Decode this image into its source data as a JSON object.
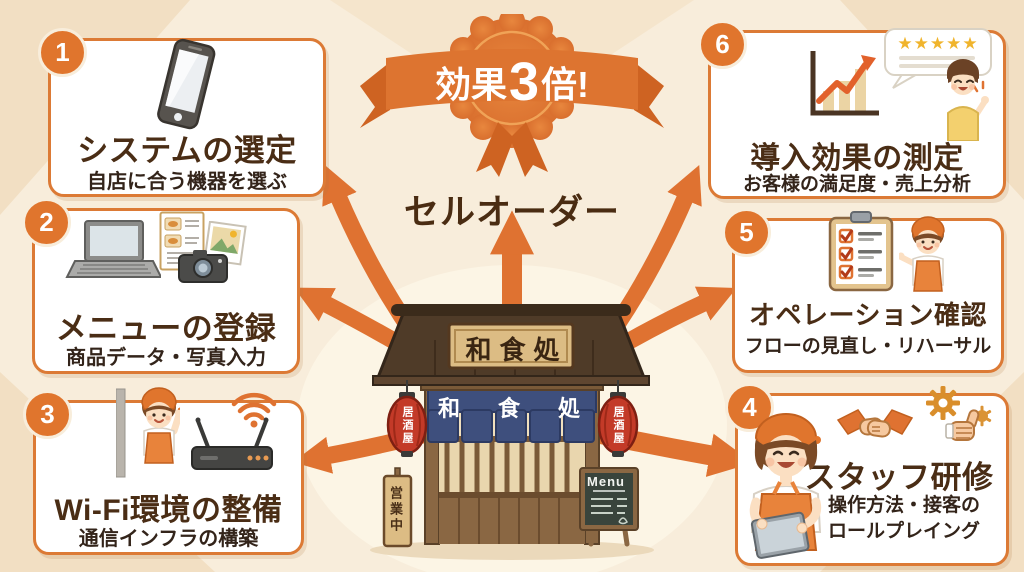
{
  "header": {
    "ribbon": {
      "prefix": "効果",
      "multiplier": "3",
      "suffix": "倍!"
    },
    "center_label": "セルオーダー"
  },
  "steps": [
    {
      "num": "1",
      "title": "システムの選定",
      "subtitle": "自店に合う機器を選ぶ"
    },
    {
      "num": "2",
      "title": "メニューの登録",
      "subtitle": "商品データ・写真入力"
    },
    {
      "num": "3",
      "title": "Wi-Fi環境の整備",
      "subtitle": "通信インフラの構築"
    },
    {
      "num": "4",
      "title": "スタッフ研修",
      "subtitle": "操作方法・接客の",
      "subtitle2": "ロールプレイング"
    },
    {
      "num": "5",
      "title": "オペレーション確認",
      "subtitle": "フローの見直し・リハーサル"
    },
    {
      "num": "6",
      "title": "導入効果の測定",
      "subtitle": "お客様の満足度・売上分析"
    }
  ],
  "storefront": {
    "roof_sign": "和食処",
    "noren": "和食処",
    "lantern_left": "居酒屋",
    "lantern_right": "居酒屋",
    "standing_sign": "営業中",
    "menu_board": "Menu"
  },
  "review_stars": "★★★★★",
  "colors": {
    "background": "#F8EDDB",
    "pattern": "#F2DFC3",
    "accent_orange": "#DF7231",
    "card_border": "#DC7A35",
    "title_text": "#4A2D15",
    "noren_blue": "#3E4F7D",
    "lantern_red": "#C33A28",
    "wood_brown": "#8A6743",
    "star_gold": "#F0B42C"
  }
}
